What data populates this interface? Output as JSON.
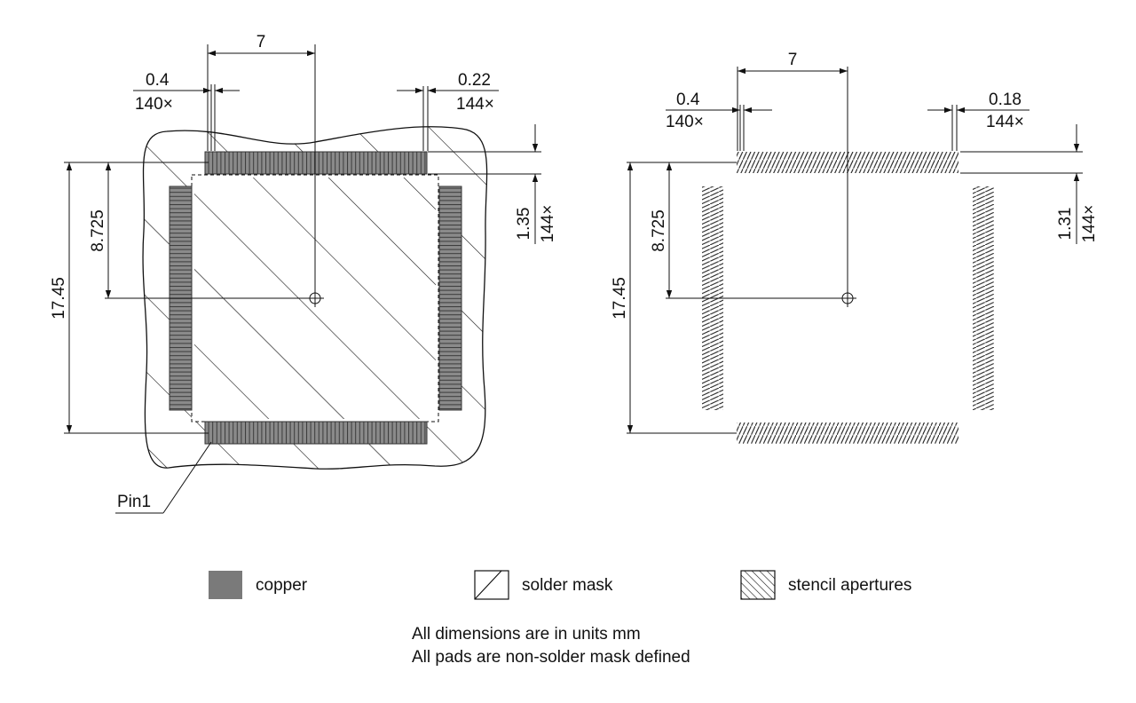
{
  "colors": {
    "line": "#111111",
    "copper": "#8a8a8a",
    "background": "#ffffff"
  },
  "left_view": {
    "pitch_label": "7",
    "pad_width_value": "0.4",
    "pad_width_count": "140×",
    "mask_width_value": "0.22",
    "mask_width_count": "144×",
    "height_label": "17.45",
    "half_height_label": "8.725",
    "pad_length_value": "1.35",
    "pad_length_count": "144×",
    "pin1_label": "Pin1"
  },
  "right_view": {
    "pitch_label": "7",
    "pad_width_value": "0.4",
    "pad_width_count": "140×",
    "aperture_width_value": "0.18",
    "aperture_width_count": "144×",
    "height_label": "17.45",
    "half_height_label": "8.725",
    "aperture_length_value": "1.31",
    "aperture_length_count": "144×"
  },
  "legend": {
    "copper": "copper",
    "solder_mask": "solder mask",
    "stencil": "stencil apertures"
  },
  "notes": {
    "line1": "All dimensions are in units mm",
    "line2": "All pads are non-solder mask defined"
  }
}
